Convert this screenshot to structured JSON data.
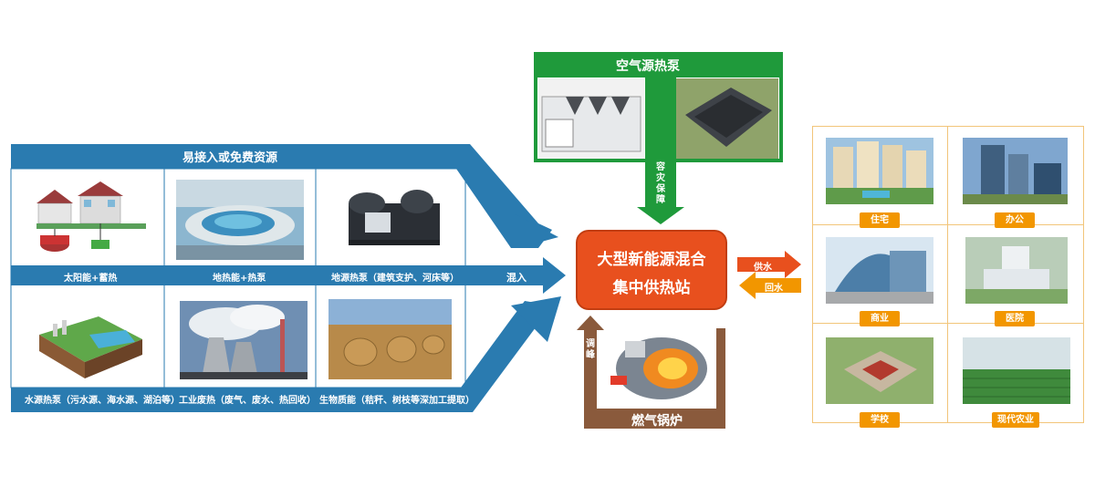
{
  "left_panel": {
    "header": "易接入或免费资源",
    "mix_label": "混入",
    "top_sources": [
      "太阳能+蓄热",
      "地热能+热泵",
      "地源热泵（建筑支护、河床等）"
    ],
    "bottom_sources": [
      "水源热泵（污水源、海水源、湖泊等）",
      "工业废热（废气、废水、热回收）",
      "生物质能（秸秆、树枝等深加工提取）"
    ]
  },
  "air_pump": {
    "title": "空气源热泵",
    "arrow_label": "容灾保障"
  },
  "station": {
    "line1": "大型新能源混合",
    "line2": "集中供热站"
  },
  "boiler": {
    "title": "燃气锅炉",
    "side_label": "调峰"
  },
  "flows": {
    "supply": "供水",
    "return": "回水"
  },
  "consumers": [
    "住宅",
    "办公",
    "商业",
    "医院",
    "学校",
    "现代农业"
  ],
  "colors": {
    "blue": "#2a7bb0",
    "green": "#1f9a3b",
    "orange": "#f29600",
    "red_orange": "#e8501e",
    "brown": "#8a5a3c"
  }
}
